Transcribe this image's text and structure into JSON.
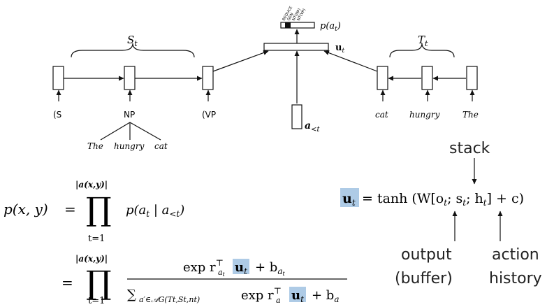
{
  "diagram": {
    "stack_brace_label": "S",
    "stack_brace_sub": "t",
    "buffer_brace_label": "T",
    "buffer_brace_sub": "t",
    "u_label": "u",
    "u_sub": "t",
    "prob_label": "p(a",
    "prob_sub": "t",
    "prob_close": ")",
    "action_names": [
      "REDUCE",
      "GEN",
      "NT(NP)",
      "NT(VP)"
    ],
    "history_label": "a",
    "history_sub": "<t",
    "stack_tokens": [
      "(S",
      "NP",
      "(VP"
    ],
    "np_children": [
      "The",
      "hungry",
      "cat"
    ],
    "buffer_tokens": [
      "cat",
      "hungry",
      "The"
    ]
  },
  "equations": {
    "stack_label": "stack",
    "output_label_line1": "output",
    "output_label_line2": "(buffer)",
    "action_label_line1": "action",
    "action_label_line2": "history",
    "prod_upper": "|a(x,y)|",
    "prod_lower": "t=1",
    "prod_symbol": "∏",
    "lhs": "p(x, y)",
    "equals": "=",
    "factor": "p(a",
    "factor_sub": "t",
    "factor_given": " | a",
    "factor_given_sub": "<t",
    "factor_close": ")",
    "numerator_exp": "exp r",
    "numerator_bias": "+ b",
    "denominator_sum": "∑",
    "denominator_sum_sub": "a′∈𝒜G(Tt,St,nt)",
    "denominator_exp": "exp r",
    "denominator_bias": "+ b",
    "u_eq_lhs": "u",
    "u_eq_rhs_1": "= tanh (W[o",
    "u_eq_rhs_2": "; s",
    "u_eq_rhs_3": "; h",
    "u_eq_rhs_4": "] + c)",
    "sub_t": "t",
    "sub_at": "a",
    "sup_T": "⊤"
  },
  "colors": {
    "highlight": "#aecbe6"
  }
}
